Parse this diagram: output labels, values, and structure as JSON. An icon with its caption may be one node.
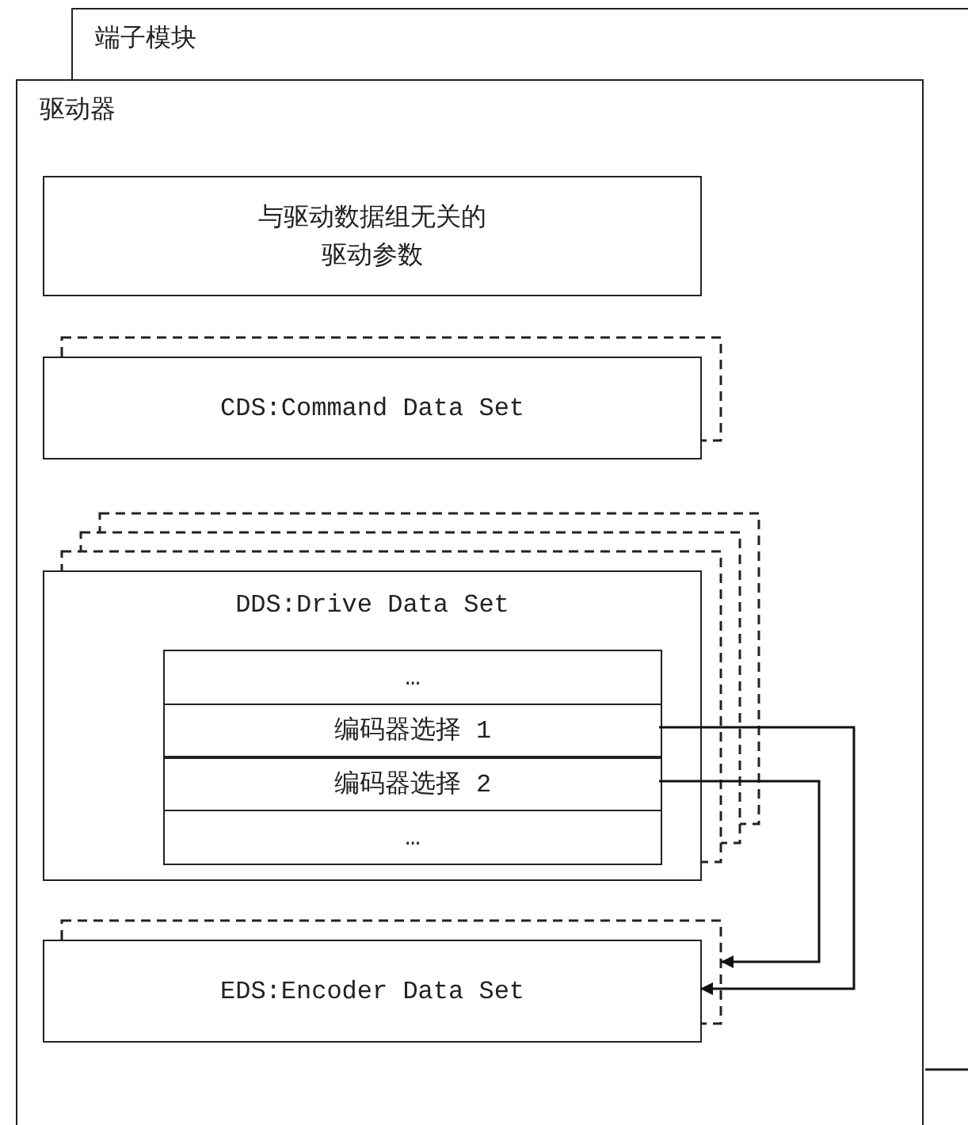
{
  "diagram": {
    "nodes": [
      {
        "text": [
          "端子模块"
        ]
      },
      {
        "text": [
          "驱动器"
        ]
      },
      {
        "text": [
          "与驱动数据组无关的驱动参数"
        ],
        "in": 1
      },
      {
        "text": [
          "CDS:Command Data Set"
        ],
        "in": 1
      },
      {
        "text": [
          "DDS:Drive Data Set"
        ],
        "in": 1
      },
      {
        "text": [
          "…"
        ],
        "in": 4
      },
      {
        "text": [
          "编码器选择 1"
        ],
        "in": 4
      },
      {
        "text": [
          "编码器选择 2"
        ],
        "in": 4
      },
      {
        "text": [
          "…"
        ],
        "in": 4
      },
      {
        "text": [
          "EDS:Encoder Data Set"
        ],
        "in": 1
      }
    ],
    "edges": [
      {
        "from": 6,
        "to": 9,
        "arrow": "to"
      },
      {
        "from": 7,
        "to": 9,
        "arrow": "to"
      }
    ]
  }
}
